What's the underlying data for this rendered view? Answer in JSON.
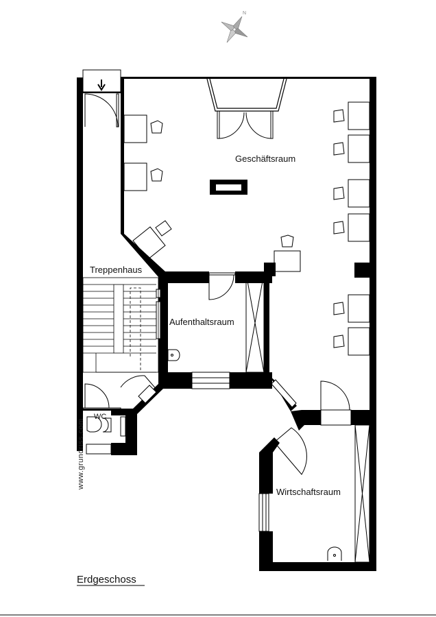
{
  "plan": {
    "floor_label": "Erdgeschoss",
    "watermark": "www.grundriss.com",
    "compass_letter": "N",
    "rooms": {
      "geschaeftsraum": "Geschäftsraum",
      "treppenhaus": "Treppenhaus",
      "aufenthaltsraum": "Aufenthaltsraum",
      "wc": "WC",
      "wirtschaftsraum": "Wirtschaftsraum"
    }
  }
}
